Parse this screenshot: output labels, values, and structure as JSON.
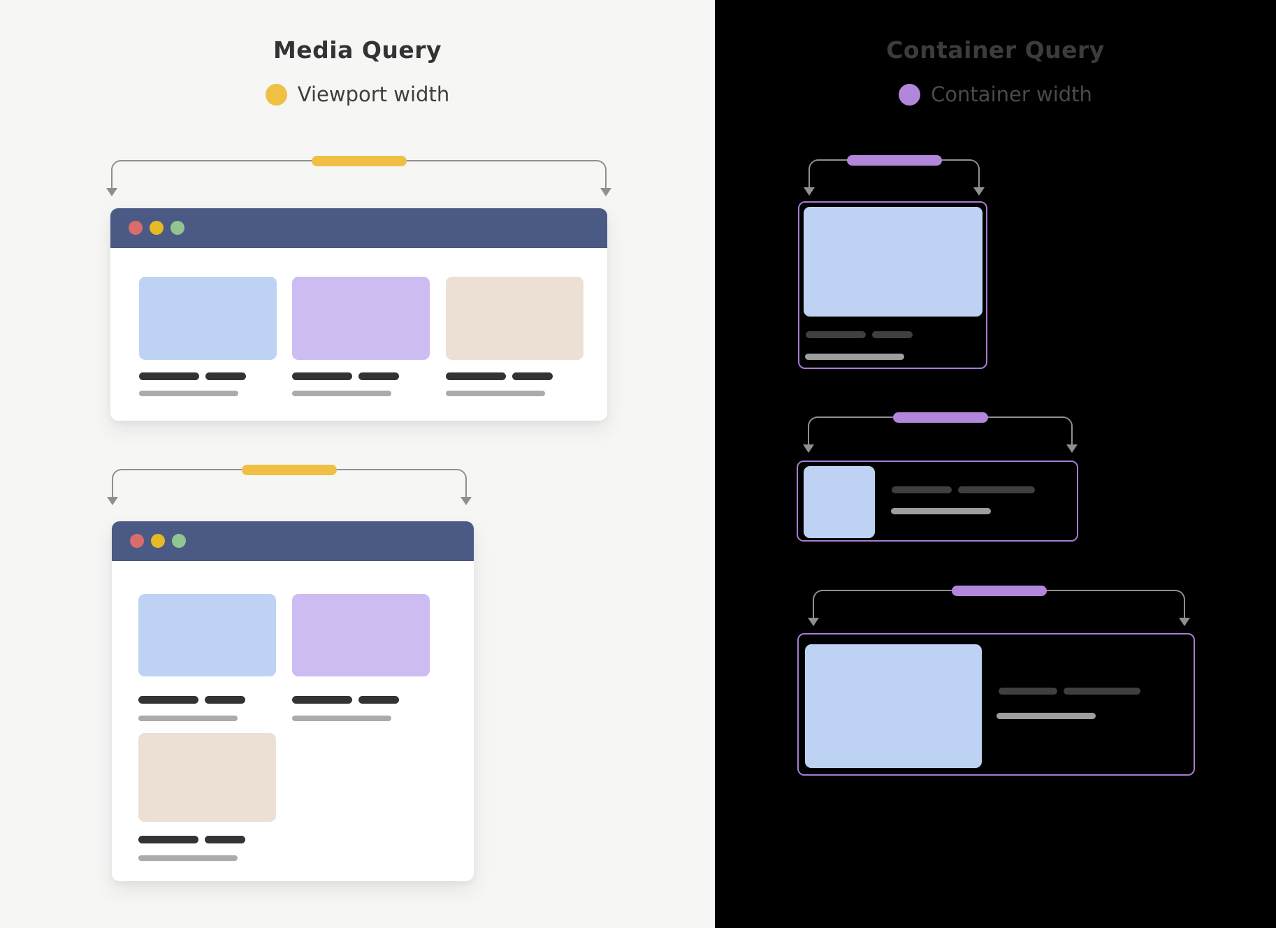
{
  "media_panel": {
    "title": "Media Query",
    "legend_label": "Viewport width"
  },
  "container_panel": {
    "title": "Container Query",
    "legend_label": "Container width"
  },
  "colors": {
    "left_background": "#f6f6f5",
    "right_background": "#000000",
    "titlebar": "#4b5a84",
    "traffic_red": "#d96d6d",
    "traffic_yellow": "#e5ba25",
    "traffic_green": "#92c58f",
    "card_blue": "#bed3f4",
    "card_purple": "#cdbcf2",
    "card_tan": "#ece0d5",
    "accent_yellow": "#efc043",
    "accent_purple": "#b287db",
    "container_border": "#aa7bd2",
    "bracket_line": "#8f8f8f",
    "bar_dark": "#333333",
    "bar_gray": "#ababab",
    "bar_dark_right": "#3f3f3f",
    "bar_gray_right": "#9e9e9e",
    "title_dark": "#333333",
    "legend_text": "#3e3e3e",
    "title_on_dark": "#3c3c3f",
    "legend_on_dark": "#4a4a4d"
  }
}
